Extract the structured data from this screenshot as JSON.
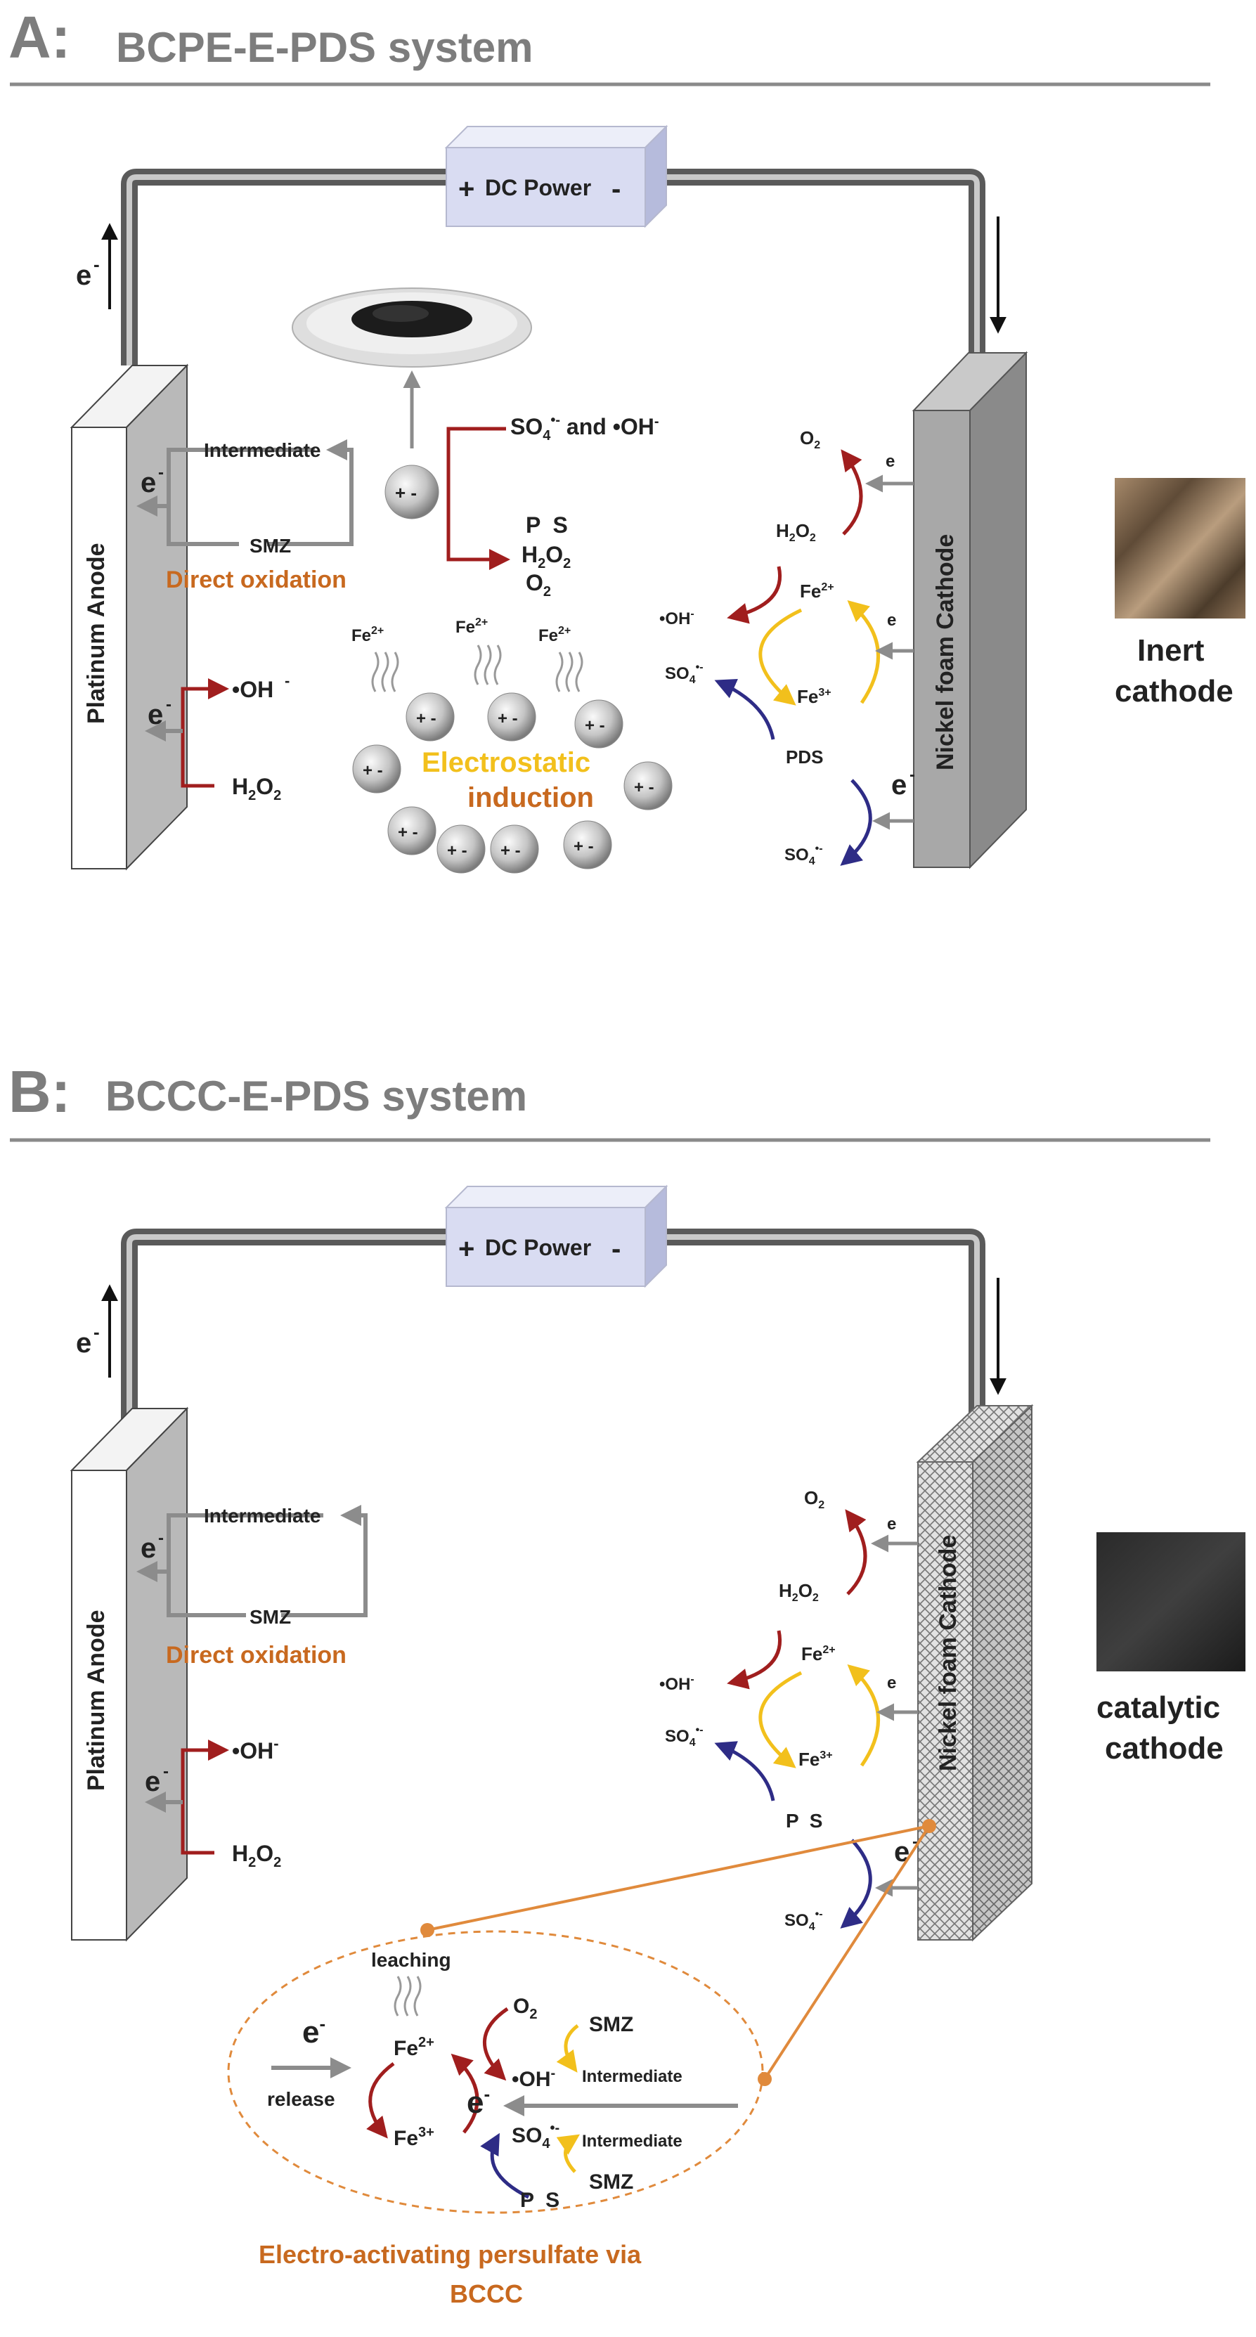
{
  "panel_a": {
    "letter": "A:",
    "title": "BCPE-E-PDS system",
    "power": {
      "plus": "+",
      "label": "DC Power",
      "minus": "-"
    },
    "wire_left_label": "e",
    "wire_left_sup": "-",
    "anode_label": "Platinum Anode",
    "cathode_label": "Nickel foam Cathode",
    "anode_e_top": "e",
    "anode_e_bottom": "e",
    "e_sup": "-",
    "intermediate": "Intermediate",
    "smz": "SMZ",
    "direct_oxidation": "Direct oxidation",
    "oh_radical": "•OH",
    "h2o2_h": "H",
    "h2o2_2": "2",
    "h2o2_o": "O",
    "particle_sign": "+ -",
    "so4_and_oh": "SO",
    "so4_sub": "4",
    "so4_sup": "•-",
    "and_oh": " and •OH",
    "oh_sup": "-",
    "ps": "P  S",
    "h2o2_text": "H",
    "o2_o": "O",
    "fe_label": "Fe",
    "fe2_sup": "2+",
    "fe3_sup": "3+",
    "electrostatic_1": "Electrostatic",
    "electrostatic_2": "induction",
    "right_o2": "O",
    "right_h2o2": "H",
    "right_oh": "•OH",
    "right_so4": "SO",
    "pds": "PDS",
    "right_so4_bottom": "SO",
    "right_e": "e",
    "swatch_label_1": "Inert",
    "swatch_label_2": "cathode"
  },
  "panel_b": {
    "letter": "B:",
    "title": "BCCC-E-PDS system",
    "power": {
      "plus": "+",
      "label": "DC Power",
      "minus": "-"
    },
    "wire_left_label": "e",
    "anode_label": "Platinum Anode",
    "cathode_label": "Nickel foam Cathode",
    "intermediate": "Intermediate",
    "smz": "SMZ",
    "direct_oxidation": "Direct oxidation",
    "oh_radical": "•OH",
    "ps": "P  S",
    "swatch_label_1": "catalytic",
    "swatch_label_2": "cathode",
    "inset": {
      "leaching": "leaching",
      "release": "release",
      "e_main": "e",
      "fe2": "Fe",
      "fe3": "Fe",
      "o2": "O",
      "oh": "•OH",
      "so4": "SO",
      "ps": "P  S",
      "smz_top": "SMZ",
      "smz_bottom": "SMZ",
      "intermediate_top": "Intermediate",
      "intermediate_bottom": "Intermediate",
      "caption_1": "Electro-activating persulfate via",
      "caption_2": "BCCC"
    }
  },
  "colors": {
    "accent_orange": "#c8691f",
    "arrow_red": "#a01e1e",
    "arrow_yellow": "#f2c01c",
    "arrow_blue": "#2e2c86",
    "header_gray": "#7d7d7d",
    "power_box": "#d9dcf2"
  }
}
